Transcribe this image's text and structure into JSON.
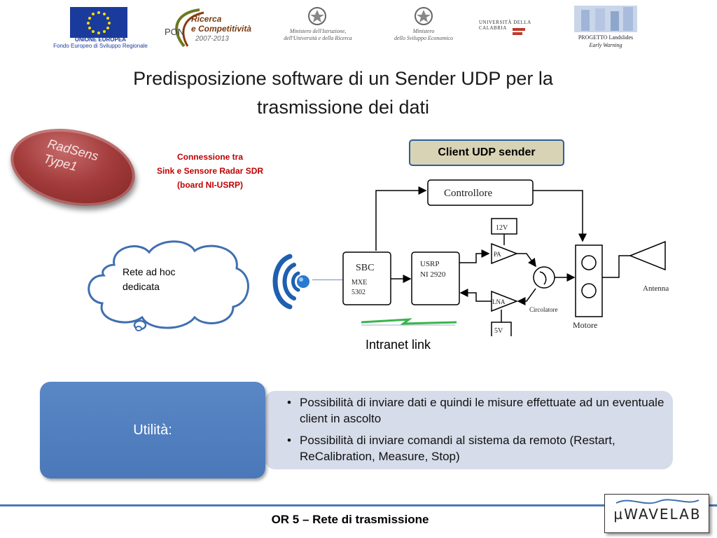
{
  "logos": {
    "eu_caption_line1": "UNIONE EUROPEA",
    "eu_caption_line2": "Fondo Europeo di Sviluppo Regionale",
    "pon_label": "PON",
    "pon_line1": "Ricerca",
    "pon_line2": "e Competitività",
    "pon_years": "2007-2013",
    "ministry1_line1": "Ministero dell'Istruzione,",
    "ministry1_line2": "dell'Università e della Ricerca",
    "ministry2_line1": "Ministero",
    "ministry2_line2": "dello Sviluppo Economico",
    "university": "UNIVERSITÀ DELLA CALABRIA",
    "project_line1": "PROGETTO Landslides",
    "project_line2": "Early Warning"
  },
  "title": {
    "line1": "Predisposizione software di un Sender UDP per la",
    "line2": "trasmissione dei dati"
  },
  "radsens": {
    "line1": "RadSens",
    "line2": "Type1"
  },
  "connection": {
    "line1": "Connessione tra",
    "line2": "Sink e Sensore Radar  SDR",
    "line3": "(board NI-USRP)"
  },
  "client_label": "Client UDP sender",
  "cloud": {
    "line1": "Rete ad hoc",
    "line2": "dedicata"
  },
  "diagram": {
    "controllore": "Controllore",
    "sbc_line1": "SBC",
    "sbc_line2": "MXE",
    "sbc_line3": "5302",
    "usrp_line1": "USRP",
    "usrp_line2": "NI 2920",
    "v12": "12V",
    "pa": "PA",
    "lna": "LNA",
    "v5": "5V",
    "circolatore": "Circolatore",
    "motore": "Motore",
    "antenna": "Antenna"
  },
  "intranet_label": "Intranet link",
  "utility": {
    "label": "Utilità:",
    "bullets": [
      "Possibilità di inviare dati e quindi le misure effettuate ad un eventuale client in ascolto",
      "Possibilità di inviare comandi al sistema da remoto (Restart, ReCalibration, Measure, Stop)"
    ]
  },
  "footer": {
    "text": "OR 5 – Rete di trasmissione",
    "logo_text": "µWAVELAB"
  },
  "colors": {
    "accent_blue": "#4a78b8",
    "card_bg": "#d6dcea",
    "radsens_red": "#a43c3c",
    "connection_red": "#c00000",
    "client_box_bg": "#d9d3b5",
    "wifi_blue": "#1f5fb0",
    "intranet_green": "#3ab54a"
  }
}
